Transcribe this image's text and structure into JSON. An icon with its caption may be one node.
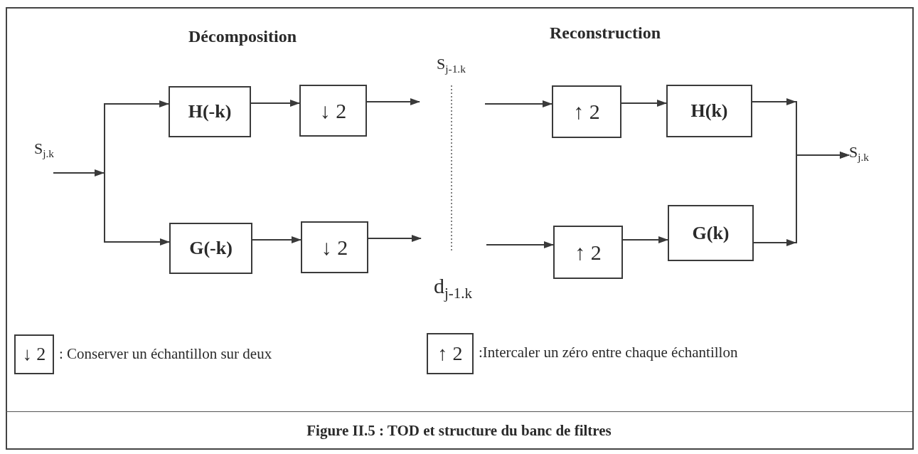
{
  "diagram": {
    "caption": "Figure II.5 : TOD et structure du banc de filtres",
    "nodes": [
      {
        "text": [
          "S$_{j.k}$"
        ]
      },
      {
        "text": [
          "H(-k)"
        ]
      },
      {
        "text": [
          "↓ 2"
        ]
      },
      {
        "text": [
          "G(-k)"
        ]
      },
      {
        "text": [
          "↓ 2"
        ]
      },
      {
        "text": [
          "↑ 2"
        ]
      },
      {
        "text": [
          "H(k)"
        ]
      },
      {
        "text": [
          "↑ 2"
        ]
      },
      {
        "text": [
          "G(k)"
        ]
      },
      {
        "text": [
          "S$_{j.k}$"
        ]
      },
      {
        "text": [
          "↓ 2"
        ],
        "beside": [
          ": Conserver un échantillon sur deux"
        ]
      },
      {
        "text": [
          "↑ 2"
        ],
        "beside": [
          ":Intercaler un zéro entre chaque échantillon"
        ]
      }
    ],
    "edges": [
      {
        "from": 0,
        "to": 1,
        "arrow": "to"
      },
      {
        "from": 0,
        "to": 3,
        "arrow": "to"
      },
      {
        "from": 1,
        "to": 2,
        "arrow": "to"
      },
      {
        "from": 2,
        "to": null,
        "arrow": "to"
      },
      {
        "from": 3,
        "to": 4,
        "arrow": "to"
      },
      {
        "from": 4,
        "to": null,
        "arrow": "to"
      },
      {
        "from": null,
        "to": 5,
        "arrow": "to"
      },
      {
        "from": 5,
        "to": 6,
        "arrow": "to"
      },
      {
        "from": 6,
        "to": 9,
        "arrow": "to"
      },
      {
        "from": null,
        "to": 7,
        "arrow": "to"
      },
      {
        "from": 7,
        "to": 8,
        "arrow": "to"
      },
      {
        "from": 8,
        "to": 9,
        "arrow": "to"
      }
    ],
    "labels": [
      "Décomposition",
      "Reconstruction",
      "S$_{j-1.k}$",
      "d$_{j-1.k}$"
    ]
  }
}
